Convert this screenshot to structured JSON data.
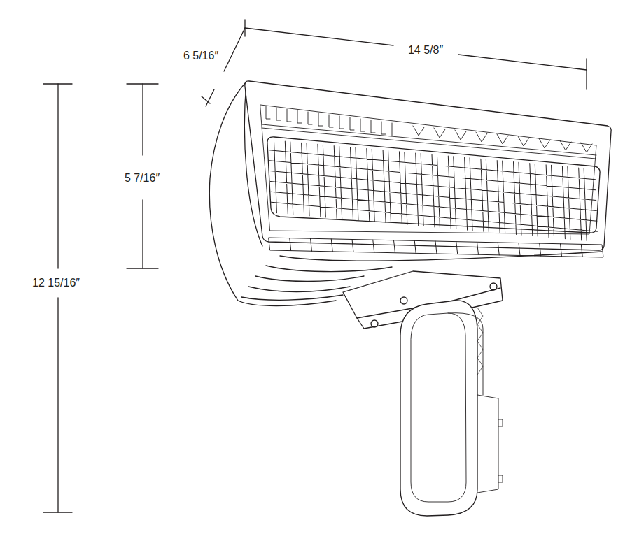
{
  "diagram": {
    "labels": [
      "6 5/16″",
      "14 5/8″",
      "5 7/16″",
      "12 15/16″"
    ]
  }
}
